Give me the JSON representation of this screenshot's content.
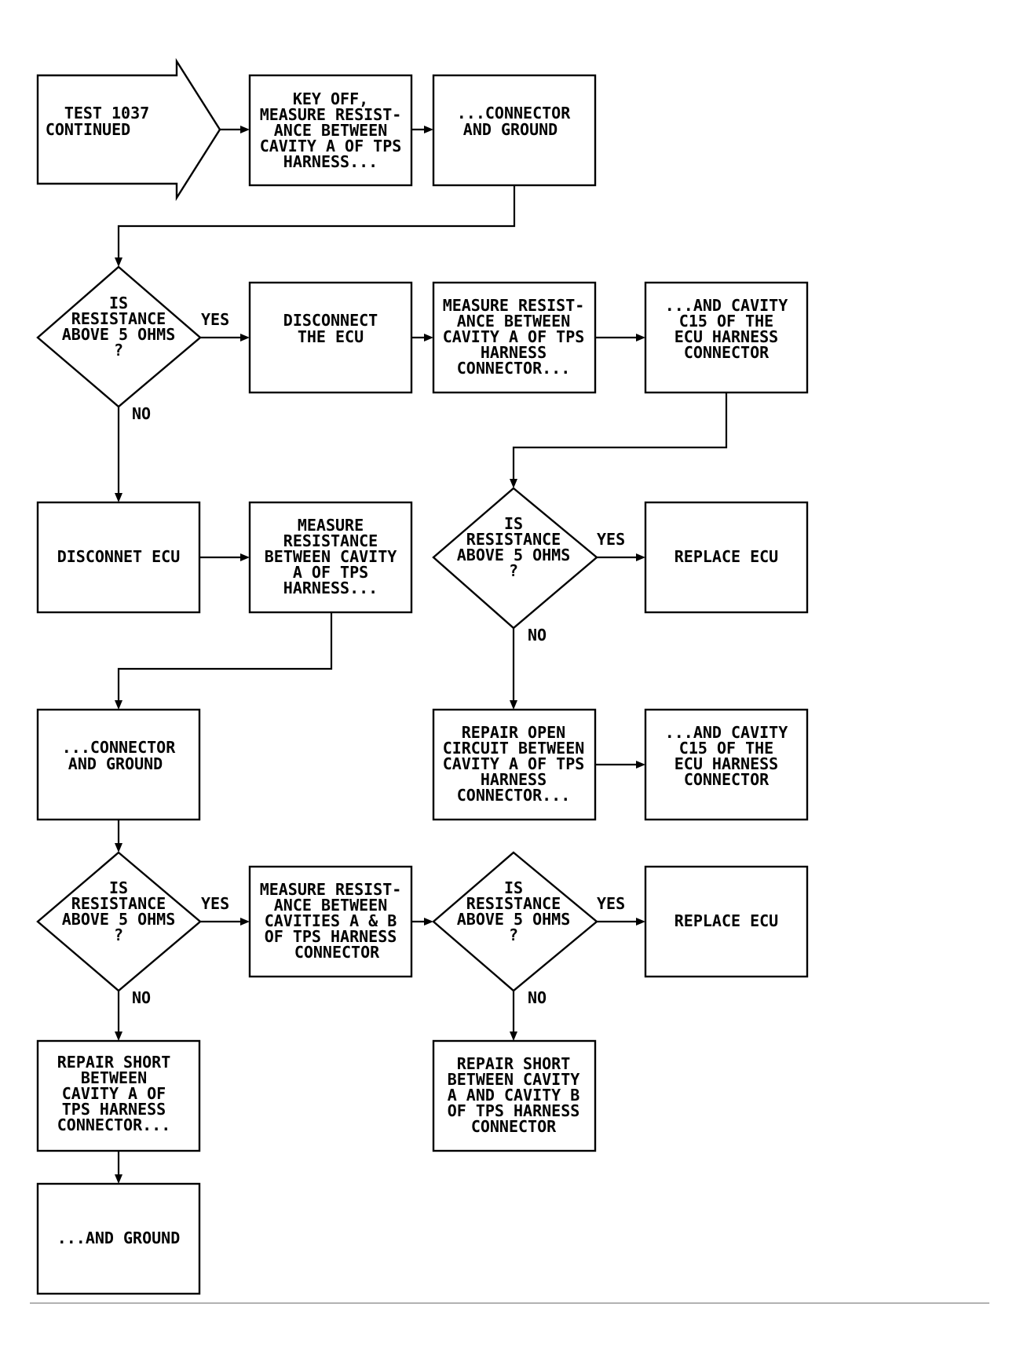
{
  "flowchart": {
    "start": {
      "lines": [
        "TEST 1037",
        "CONTINUED"
      ]
    },
    "boxes": {
      "b_keyoff": {
        "lines": [
          "KEY OFF,",
          "MEASURE RESIST-",
          "ANCE BETWEEN",
          "CAVITY A OF TPS",
          "HARNESS..."
        ]
      },
      "b_conn_ground_1": {
        "lines": [
          "...CONNECTOR",
          "AND GROUND"
        ]
      },
      "b_disconnect_the_ecu": {
        "lines": [
          "DISCONNECT",
          "THE ECU"
        ]
      },
      "b_measure_tps_1": {
        "lines": [
          "MEASURE RESIST-",
          "ANCE BETWEEN",
          "CAVITY A OF TPS",
          "HARNESS",
          "CONNECTOR..."
        ]
      },
      "b_cavity_c15_1": {
        "lines": [
          "...AND CAVITY",
          "C15 OF THE",
          "ECU HARNESS",
          "CONNECTOR"
        ]
      },
      "b_disconnet_ecu": {
        "lines": [
          "DISCONNET ECU"
        ]
      },
      "b_measure_tps_2": {
        "lines": [
          "MEASURE",
          "RESISTANCE",
          "BETWEEN CAVITY",
          "A OF TPS",
          "HARNESS..."
        ]
      },
      "b_replace_ecu_1": {
        "lines": [
          "REPLACE ECU"
        ]
      },
      "b_conn_ground_2": {
        "lines": [
          "...CONNECTOR",
          "AND GROUND"
        ]
      },
      "b_repair_open": {
        "lines": [
          "REPAIR OPEN",
          "CIRCUIT BETWEEN",
          "CAVITY A OF TPS",
          "HARNESS",
          "CONNECTOR..."
        ]
      },
      "b_cavity_c15_2": {
        "lines": [
          "...AND CAVITY",
          "C15 OF THE",
          "ECU HARNESS",
          "CONNECTOR"
        ]
      },
      "b_measure_ab": {
        "lines": [
          "MEASURE RESIST-",
          "ANCE BETWEEN",
          "CAVITIES A & B",
          "OF TPS HARNESS",
          "CONNECTOR"
        ]
      },
      "b_replace_ecu_2": {
        "lines": [
          "REPLACE ECU"
        ]
      },
      "b_repair_short_a": {
        "lines": [
          "REPAIR SHORT",
          "BETWEEN",
          "CAVITY A OF",
          "TPS HARNESS",
          "CONNECTOR..."
        ]
      },
      "b_repair_short_ab": {
        "lines": [
          "REPAIR SHORT",
          "BETWEEN CAVITY",
          "A AND CAVITY B",
          "OF TPS HARNESS",
          "CONNECTOR"
        ]
      },
      "b_and_ground": {
        "lines": [
          "...AND GROUND"
        ]
      }
    },
    "decisions": {
      "d1": {
        "lines": [
          "IS",
          "RESISTANCE",
          "ABOVE 5 OHMS",
          "?"
        ]
      },
      "d2": {
        "lines": [
          "IS",
          "RESISTANCE",
          "ABOVE 5 OHMS",
          "?"
        ]
      },
      "d3": {
        "lines": [
          "IS",
          "RESISTANCE",
          "ABOVE 5 OHMS",
          "?"
        ]
      },
      "d4": {
        "lines": [
          "IS",
          "RESISTANCE",
          "ABOVE 5 OHMS",
          "?"
        ]
      }
    },
    "labels": {
      "yes": "YES",
      "no": "NO"
    }
  }
}
